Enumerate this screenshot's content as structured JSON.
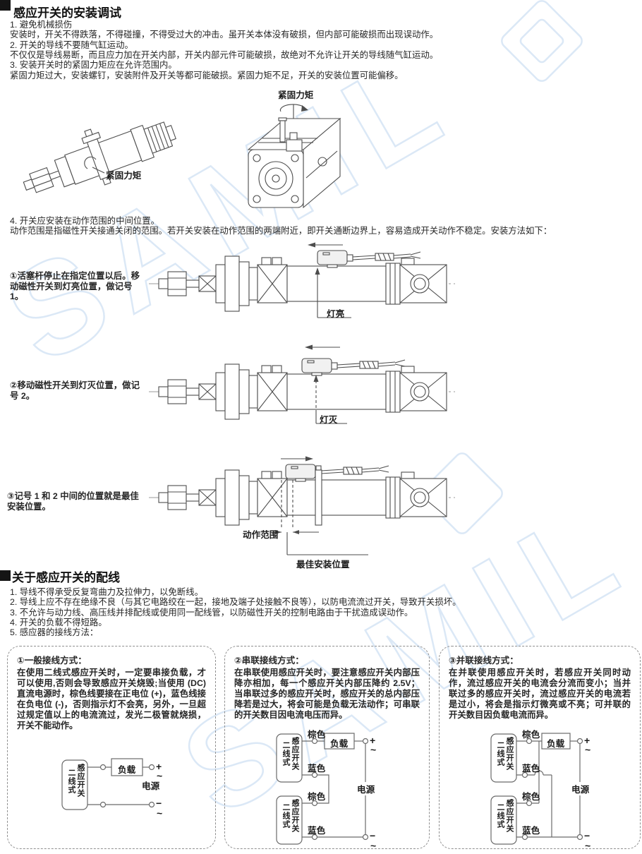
{
  "watermark": {
    "text": "SAMIL",
    "color": "#dbe8f6"
  },
  "section1": {
    "title": "感应开关的安装调试",
    "notes": [
      "1. 避免机械损伤",
      "安装时，开关不得跌落，不得碰撞，不得受过大的冲击。虽开关本体没有破损，但内部可能破损而出现误动作。",
      "2. 开关的导线不要随气缸运动。",
      "不仅仅是导线易断，而且应力加在开关内部，开关内部元件可能破损，故绝对不允许让开关的导线随气缸运动。",
      "3. 安装开关时的紧固力矩应在允许范围内。",
      "紧固力矩过大，安装螺钉，安装附件及开关等都可能破损。紧固力矩不足，开关的安装位置可能偏移。",
      "4. 开关应安装在动作范围的中间位置。",
      "动作范围是指磁性开关接通关闭的范围。若开关安装在动作范围的两端附近，即开关通断边界上，容易造成开关动作不稳定。安装方法如下："
    ],
    "torque_label": "紧固力矩",
    "steps": [
      {
        "text": "①活塞杆停止在指定位置以后。移动磁性开关到灯亮位置，做记号 1。",
        "label": "灯亮"
      },
      {
        "text": "②移动磁性开关到灯灭位置，做记号 2。",
        "label": "灯灭"
      },
      {
        "text": "③记号 1 和 2 中间的位置就是最佳安装位置。",
        "label_range": "动作范围",
        "label_best": "最佳安装位置"
      }
    ]
  },
  "section2": {
    "title": "关于感应开关的配线",
    "notes": [
      "1. 导线不得承受反复弯曲力及拉伸力，以免断线。",
      "2. 导线上应不存在绝缘不良（与其它电路绞在一起，接地及端子处接触不良等），以防电流流过开关，导致开关损坏。",
      "3. 不允许与动力线、高压线并排配线或使用同一配线管，以防磁性开关的控制电路由于干扰造成误动作。",
      "4. 开关的负载不得短路。",
      "5. 感应器的接线方法："
    ],
    "boxes": [
      {
        "title": "①一般接线方式：",
        "body": "在使用二线式感应开关时，一定要串接负载，才可以使用,否则会导致感应开关烧毁;当使用 (DC)直流电源时，棕色线要接在正电位 (+)，蓝色线接在负电位 (-)，否则指示灯不会亮，另外，一旦超过规定值以上的电流流过，发光二极管就烧损，开关不能动作。"
      },
      {
        "title": "②串联接线方式：",
        "body": "在串联使用感应开关时，要注意感应开关内部压降亦相加，每一个感应开关内部压降约 2.5V；当串联过多的感应开关时，感应开关的总内部压降若是过大，将会可能是负载无法动作；可串联的开关数目因电流电压而异。"
      },
      {
        "title": "③并联接线方式：",
        "body": "在并联使用感应开关时，若感应开关同时动作，流过感应开关的电流会分流而变小；当并联过多的感应开关时，流过感应开关的电流若是过小，将会是指示灯微亮或不亮；可并联的开关数目因负载电流而异。"
      }
    ],
    "circuit_labels": {
      "switch_type": "二线式",
      "switch_name": "感应开关",
      "load": "负载",
      "power": "电源",
      "brown": "棕色",
      "blue": "蓝色",
      "plus": "+",
      "minus": "−",
      "ac": "~"
    }
  }
}
